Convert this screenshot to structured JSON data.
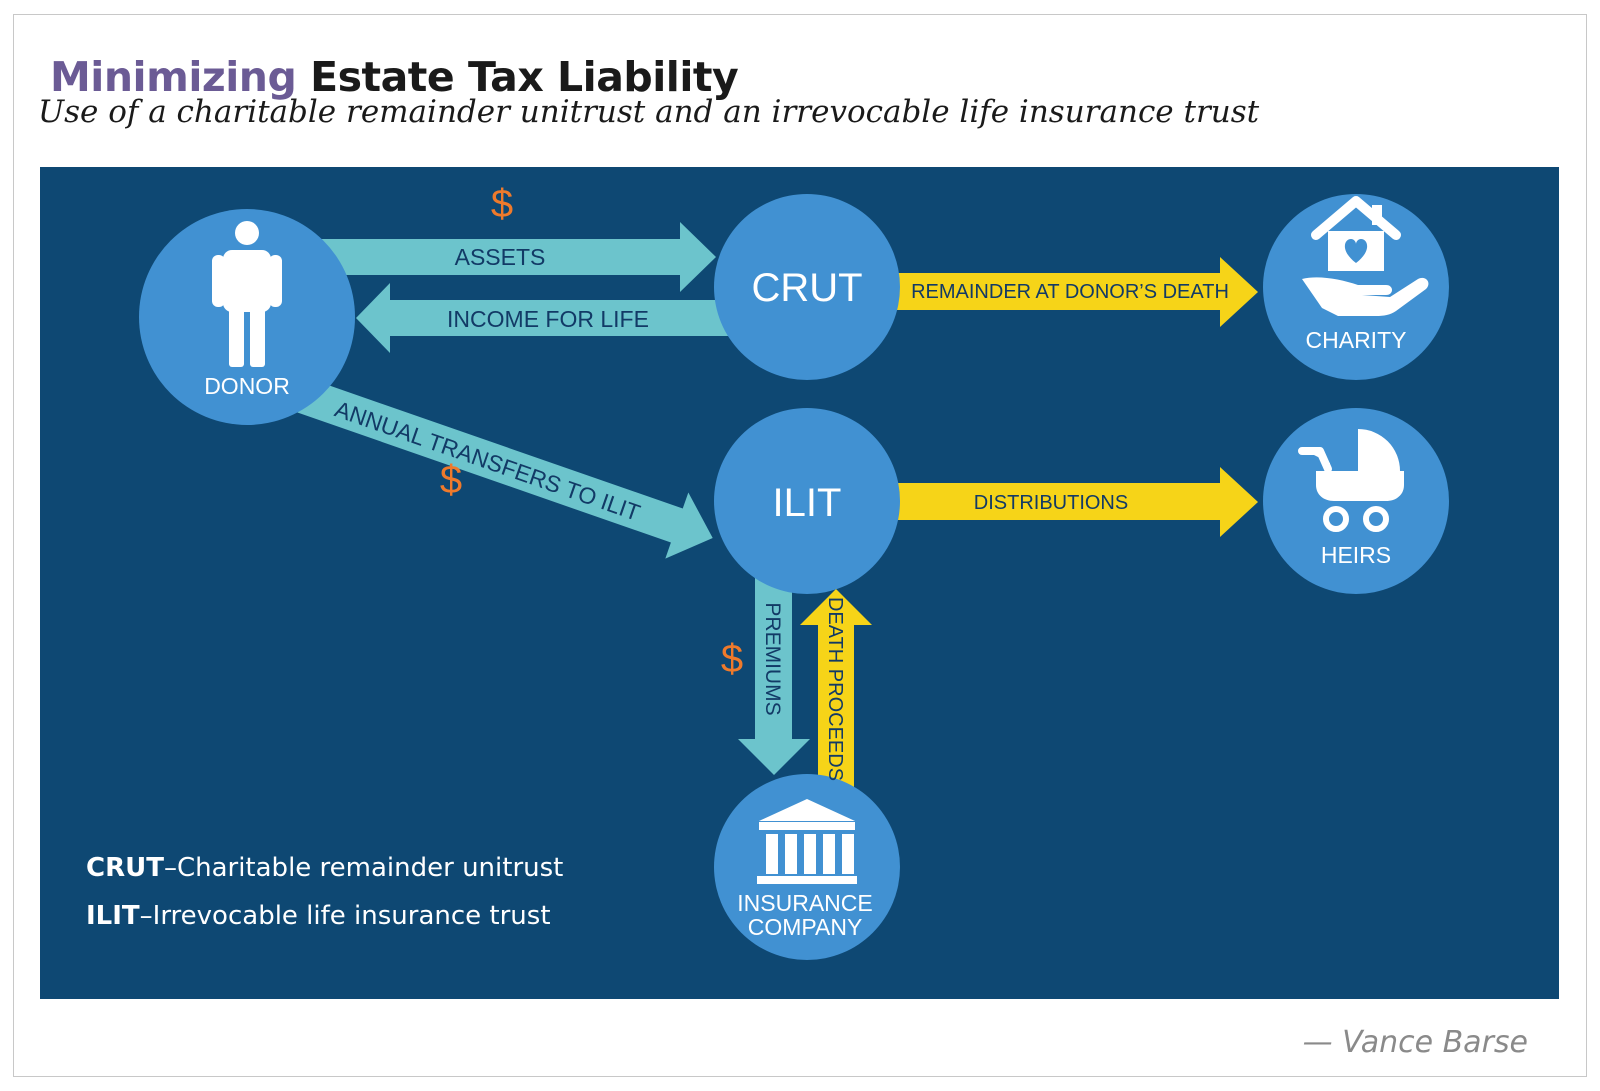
{
  "header": {
    "title_accent": "Minimizing",
    "title_rest": "Estate Tax Liability",
    "subtitle": "Use of a charitable remainder unitrust and an irrevocable life insurance trust"
  },
  "nodes": {
    "donor": "DONOR",
    "crut": "CRUT",
    "ilit": "ILIT",
    "charity": "CHARITY",
    "heirs": "HEIRS",
    "insurance_line1": "INSURANCE",
    "insurance_line2": "COMPANY"
  },
  "flows": {
    "assets": "ASSETS",
    "income": "INCOME FOR LIFE",
    "remainder": "REMAINDER AT DONOR’S DEATH",
    "annual": "ANNUAL TRANSFERS TO ILIT",
    "distributions": "DISTRIBUTIONS",
    "premiums": "PREMIUMS",
    "death_proceeds": "DEATH PROCEEDS",
    "dollar": "$"
  },
  "legend": {
    "crut_abbr": "CRUT",
    "crut_desc": "–Charitable remainder unitrust",
    "ilit_abbr": "ILIT",
    "ilit_desc": "–Irrevocable life insurance trust"
  },
  "credit": "— Vance Barse",
  "colors": {
    "panel": "#0e4873",
    "circle": "#4191d2",
    "teal_arrow": "#6cc4cc",
    "yellow_arrow": "#f6d418",
    "dollar": "#ef7a2b",
    "title_accent": "#6b5b95"
  },
  "icons": [
    "person-icon",
    "house-heart-hand-icon",
    "baby-stroller-icon",
    "bank-building-icon"
  ]
}
